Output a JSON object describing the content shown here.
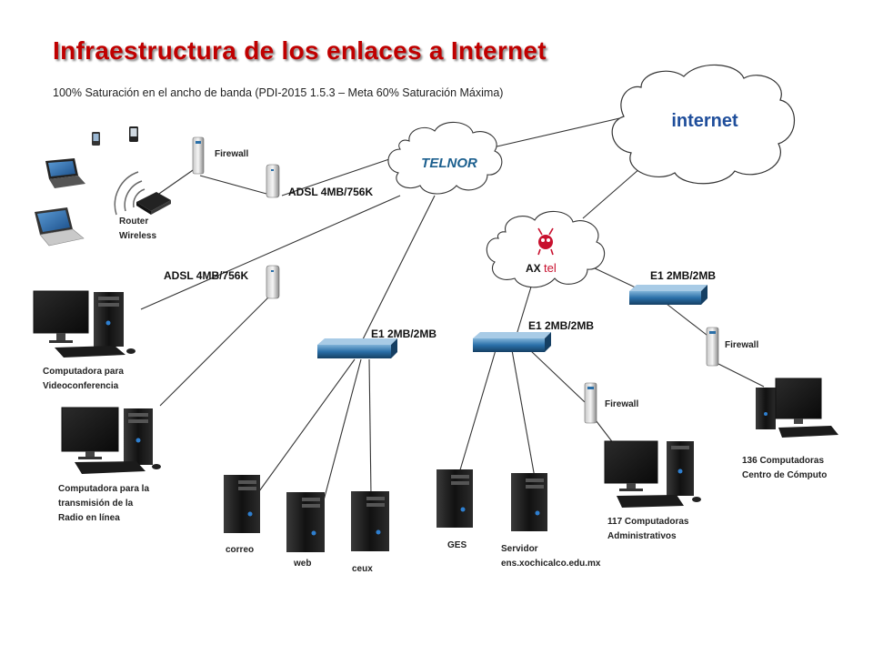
{
  "title": "Infraestructura de los enlaces a Internet",
  "subtitle": "100% Saturación en el ancho de banda (PDI-2015 1.5.3 – Meta  60% Saturación Máxima)",
  "clouds": {
    "internet": "internet",
    "telnor": "TELNOR",
    "axtel_prefix": "AX",
    "axtel_suffix": "tel"
  },
  "labels": {
    "firewall_top": "Firewall",
    "router_line1": "Router",
    "router_line2": "Wireless",
    "adsl_top": "ADSL  4MB/756K",
    "adsl_left": "ADSL  4MB/756K",
    "e1_left": "E1  2MB/2MB",
    "e1_center": "E1  2MB/2MB",
    "e1_right": "E1  2MB/2MB",
    "firewall_center": "Firewall",
    "firewall_right": "Firewall",
    "videoconf_line1": "Computadora para",
    "videoconf_line2": "Videoconferencia",
    "radio_line1": "Computadora para la",
    "radio_line2": "transmisión de la",
    "radio_line3": "Radio en línea",
    "correo": "correo",
    "web": "web",
    "ceux": "ceux",
    "ges": "GES",
    "servidor_line1": "Servidor",
    "servidor_line2": "ens.xochicalco.edu.mx",
    "admin_line1": "117 Computadoras",
    "admin_line2": "Administrativos",
    "centro_line1": "136 Computadoras",
    "centro_line2": "Centro de Cómputo"
  },
  "colors": {
    "title": "#c00000",
    "internet_text": "#1f4e9b",
    "telnor_text": "#1b5f8e",
    "axtel_red": "#c8102e",
    "router_blue": "#1f5f93"
  }
}
